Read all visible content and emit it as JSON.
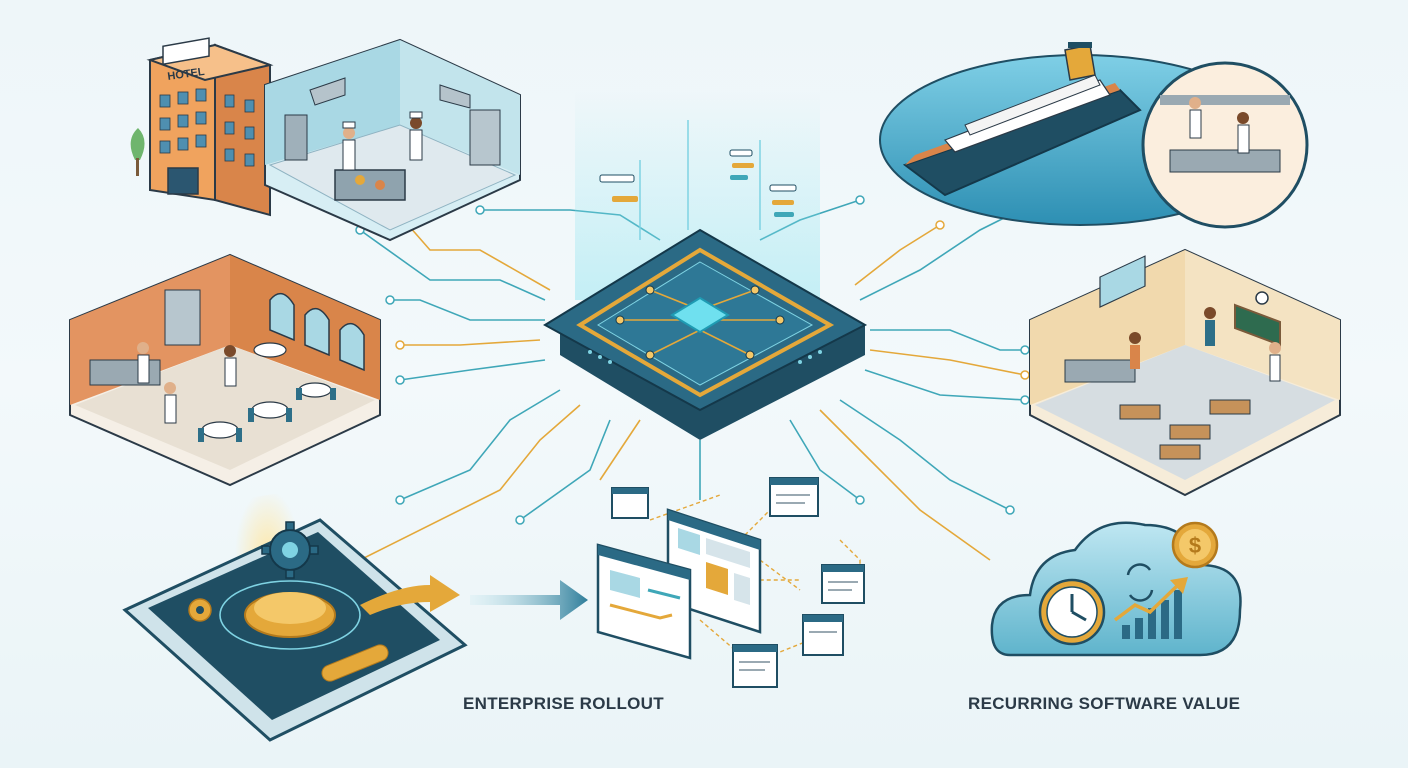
{
  "hotel_sign": "HOTEL",
  "captions": {
    "rollout": "ENTERPRISE ROLLOUT",
    "value": "RECURRING SOFTWARE VALUE"
  },
  "coin_symbol": "$",
  "nodes": [
    "hotel-kitchen",
    "restaurant",
    "cruise-ship-kitchen",
    "school-cafeteria",
    "central-platform",
    "tablet-app",
    "dashboard-network",
    "cloud-value"
  ],
  "colors": {
    "teal": "#3fa7b8",
    "navy": "#1f4e63",
    "gold": "#e4a83a",
    "orange": "#d9854a",
    "sky": "#7fd3e3"
  },
  "icons": [
    "gear-icon",
    "arrow-right-icon",
    "clock-icon",
    "dollar-coin-icon",
    "growth-chart-icon",
    "refresh-icon"
  ]
}
